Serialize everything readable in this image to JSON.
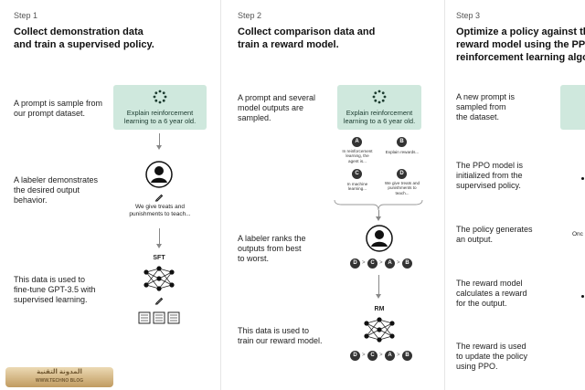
{
  "steps": [
    {
      "step_label": "Step 1",
      "title_line1": "Collect demonstration data",
      "title_line2": "and train a supervised policy.",
      "desc1": [
        "A prompt is sample from",
        "our prompt dataset."
      ],
      "desc2": [
        "A labeler demonstrates",
        "the desired output",
        "behavior."
      ],
      "desc3": [
        "This data is used to",
        "fine-tune GPT-3.5 with",
        "supervised learning."
      ],
      "prompt": [
        "Explain reinforcement",
        "learning to a 6 year old."
      ],
      "demo_text": [
        "We give treats and",
        "punishments to teach..."
      ],
      "model_label": "SFT"
    },
    {
      "step_label": "Step 2",
      "title_line1": "Collect comparison data and",
      "title_line2": "train a reward model.",
      "desc1": [
        "A prompt and several",
        "model outputs are",
        "sampled."
      ],
      "desc2": [
        "A labeler ranks the",
        "outputs from best",
        "to worst."
      ],
      "desc3": [
        "This data is used to",
        "train our reward model."
      ],
      "prompt": [
        "Explain reinforcement",
        "learning to a 6 year old."
      ],
      "outputs": [
        {
          "badge": "A",
          "text": [
            "In reinforcement",
            "learning, the",
            "agent is..."
          ]
        },
        {
          "badge": "B",
          "text": [
            "Explain rewards..."
          ]
        },
        {
          "badge": "C",
          "text": [
            "In machine",
            "learning..."
          ]
        },
        {
          "badge": "D",
          "text": [
            "We give treats and",
            "punishments to",
            "teach..."
          ]
        }
      ],
      "ranking": [
        "D",
        "C",
        "A",
        "B"
      ],
      "model_label": "RM"
    },
    {
      "step_label": "Step 3",
      "title_line1": "Optimize a policy against the",
      "title_line2": "reward model using the PPO",
      "title_line3": "reinforcement learning algori",
      "desc1": [
        "A new prompt is",
        "sampled from",
        "the dataset."
      ],
      "desc2": [
        "The PPO model is",
        "initialized from the",
        "supervised policy."
      ],
      "desc3": [
        "The policy generates",
        "an output."
      ],
      "desc4": [
        "The reward model",
        "calculates a reward",
        "for the output."
      ],
      "desc5": [
        "The reward is used",
        "to update the policy",
        "using PPO."
      ],
      "partial_text": "Onc"
    }
  ],
  "watermark": {
    "line1": "المدونة التقنية",
    "line2": "WWW.TECHNO BLOG"
  },
  "colors": {
    "prompt_bg": "#cfe8dd",
    "badge": "#333333",
    "divider": "#e6e6e6"
  }
}
